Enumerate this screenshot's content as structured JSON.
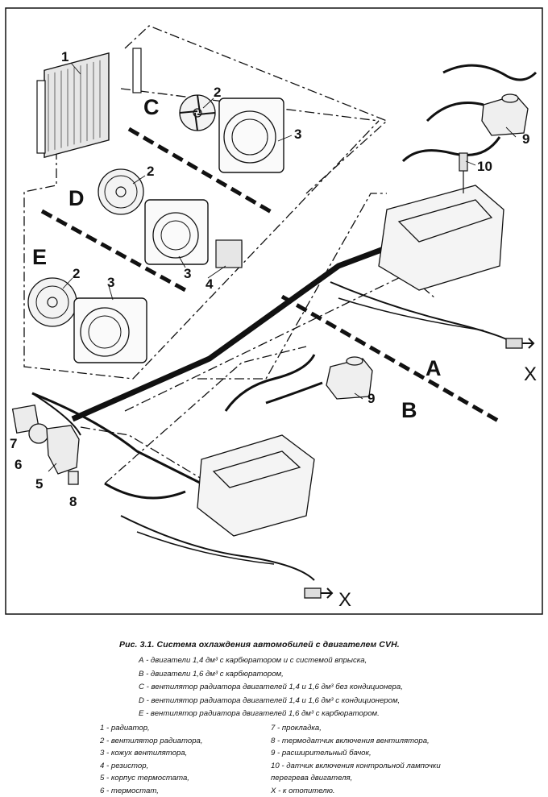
{
  "figure": {
    "section_labels": [
      "A",
      "B",
      "C",
      "D",
      "E"
    ],
    "part_numbers": [
      "1",
      "2",
      "2",
      "2",
      "3",
      "3",
      "3",
      "4",
      "5",
      "6",
      "7",
      "8",
      "9",
      "9",
      "10"
    ],
    "heater_marker": "X"
  },
  "caption": {
    "title": "Рис. 3.1. Система охлаждения автомобилей с двигателем CVH.",
    "variants": [
      "А - двигатели 1,4 дм³ с карбюратором и с системой впрыска,",
      "В - двигатели 1,6 дм³ с карбюратором,",
      "С - вентилятор радиатора двигателей 1,4 и 1,6 дм³ без кондиционера,",
      "D - вентилятор радиатора двигателей 1,4 и 1,6 дм³ с кондиционером,",
      "Е - вентилятор радиатора двигателей 1,6 дм³ с карбюратором."
    ],
    "legend_left": [
      "1 - радиатор,",
      "2 - вентилятор радиатора,",
      "3 - кожух вентилятора,",
      "4 - резистор,",
      "5 - корпус термостата,",
      "6 - термостат,"
    ],
    "legend_right": [
      "7 - прокладка,",
      "8 - термодатчик включения вентилятора,",
      "9 - расширительный бачок,",
      "10 - датчик включения контрольной лампочки",
      "перегрева двигателя,",
      "X - к отопителю."
    ]
  }
}
